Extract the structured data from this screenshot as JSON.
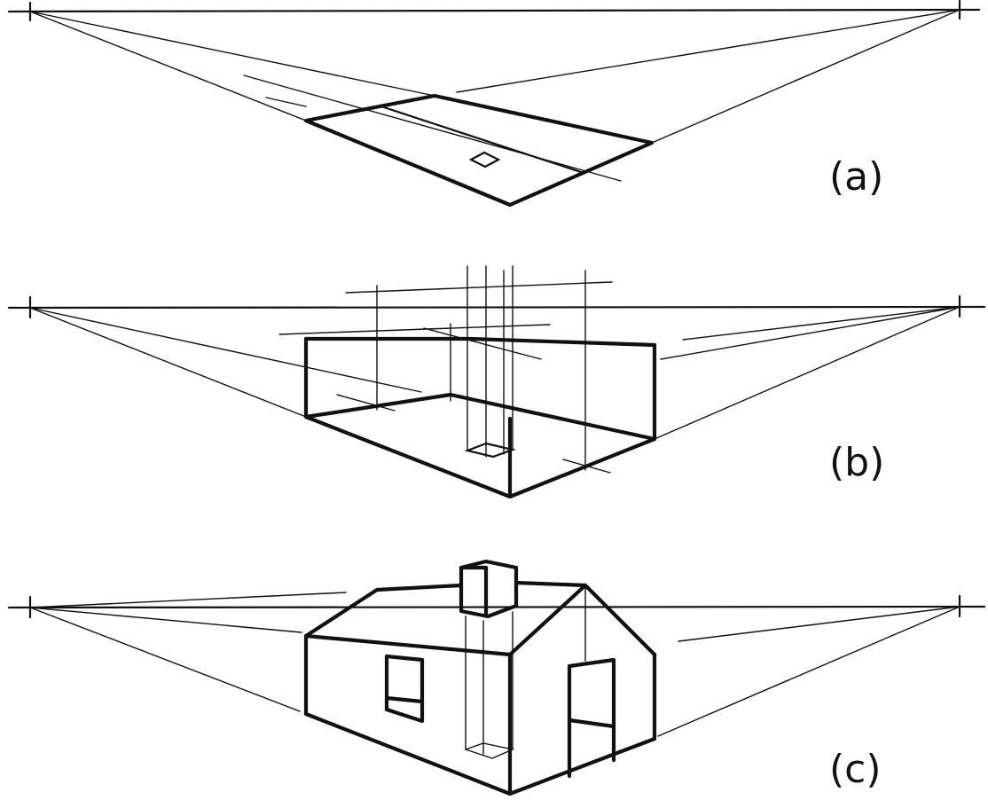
{
  "panels": [
    {
      "id": "a",
      "label": "(a)"
    },
    {
      "id": "b",
      "label": "(b)"
    },
    {
      "id": "c",
      "label": "(c)"
    }
  ],
  "colors": {
    "ink": "#111111",
    "paper": "#ffffff"
  }
}
